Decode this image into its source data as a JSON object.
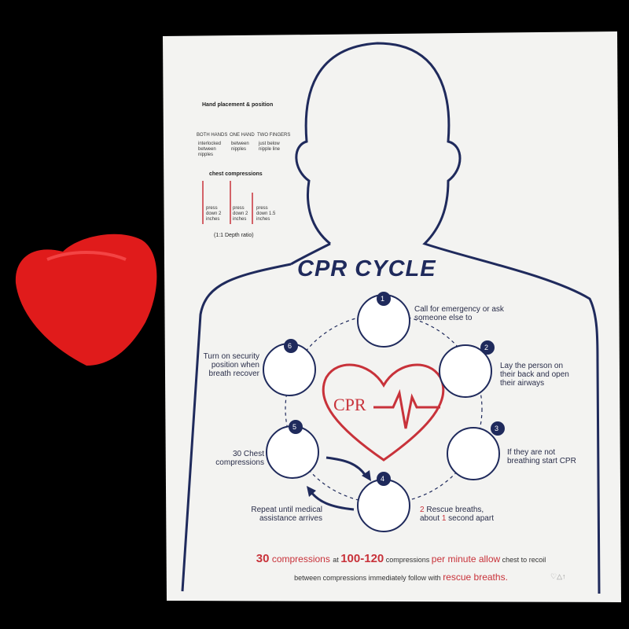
{
  "mat": {
    "title": "CPR CYCLE",
    "logo_text": "CPR",
    "colors": {
      "navy": "#1f2a5c",
      "red": "#c8323a",
      "heart_object": "#e01b1b",
      "background": "#000000",
      "mat": "#f3f3f1"
    },
    "hand_placement": {
      "heading": "Hand placement & position",
      "items": [
        {
          "label": "BOTH HANDS",
          "desc": "interlocked between nipples"
        },
        {
          "label": "ONE HAND",
          "desc": "between nipples"
        },
        {
          "label": "TWO FINGERS",
          "desc": "just below nipple line"
        }
      ]
    },
    "compressions": {
      "heading": "chest compressions",
      "items": [
        "press down 2 inches",
        "press down 2 inches",
        "press down 1.5 inches"
      ],
      "ratio": "(1:1 Depth ratio)"
    },
    "steps": [
      {
        "num": "1",
        "text": "Call for emergency or ask someone else to"
      },
      {
        "num": "2",
        "text": "Lay the person on their back and open their airways"
      },
      {
        "num": "3",
        "text": "If they are not breathing start CPR"
      },
      {
        "num": "4",
        "text_pre": "2",
        "text_a": " Rescue breaths,",
        "text_b": "about ",
        "text_num": "1",
        "text_c": " second apart"
      },
      {
        "num": "5",
        "text": "30 Chest compressions"
      },
      {
        "num": "6",
        "text": "Turn on security position when breath recover"
      }
    ],
    "repeat_text": "Repeat until medical assistance arrives",
    "footer": {
      "n30": "30",
      "w1": " compressions ",
      "at": "at ",
      "rate": "100-120",
      "w2": " compressions ",
      "pm": "per minute allow",
      "w3": " chest to recoil",
      "line2": "between compressions immediately follow with ",
      "rb": "rescue breaths."
    }
  }
}
